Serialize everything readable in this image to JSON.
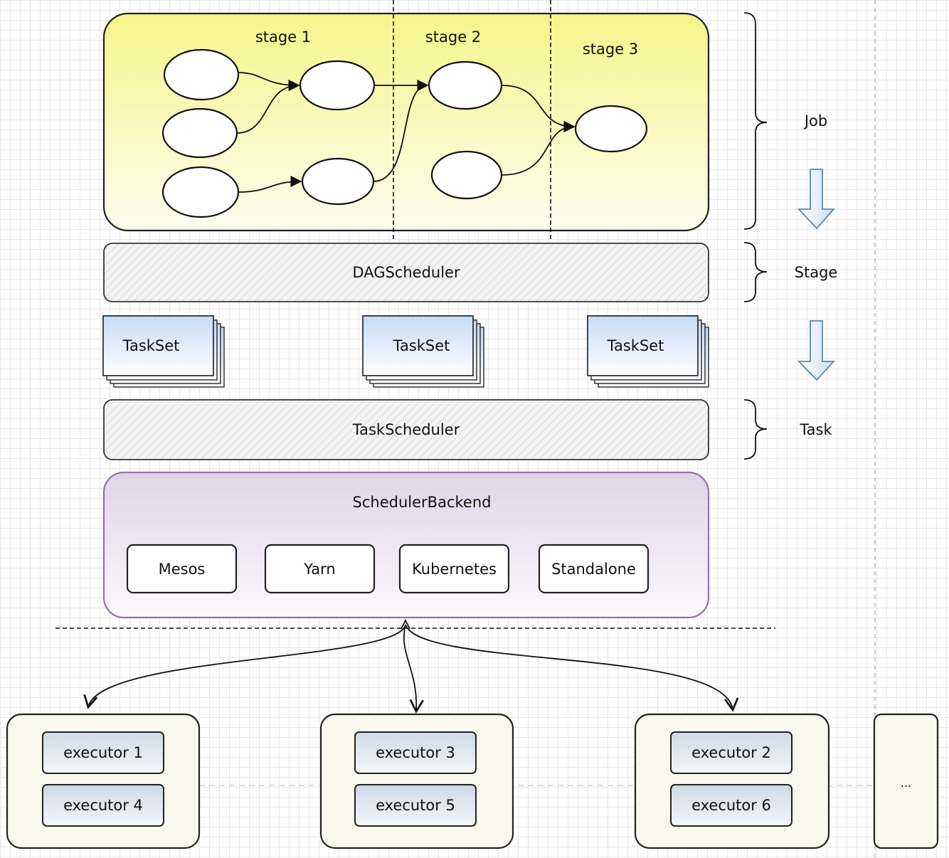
{
  "stages": [
    {
      "label": "stage 1"
    },
    {
      "label": "stage 2"
    },
    {
      "label": "stage 3"
    }
  ],
  "dag_scheduler": {
    "label": "DAGScheduler"
  },
  "task_sets": [
    {
      "label": "TaskSet"
    },
    {
      "label": "TaskSet"
    },
    {
      "label": "TaskSet"
    }
  ],
  "task_scheduler": {
    "label": "TaskScheduler"
  },
  "scheduler_backend": {
    "title": "SchedulerBackend",
    "backends": [
      "Mesos",
      "Yarn",
      "Kubernetes",
      "Standalone"
    ]
  },
  "levels": {
    "job": "Job",
    "stage": "Stage",
    "task": "Task"
  },
  "worker_groups": [
    {
      "executors": [
        "executor 1",
        "executor 4"
      ]
    },
    {
      "executors": [
        "executor 3",
        "executor 5"
      ]
    },
    {
      "executors": [
        "executor 2",
        "executor 6"
      ]
    }
  ],
  "more_workers": "...",
  "colors": {
    "job_fill_top": "#f5f58a",
    "job_fill_bottom": "#fdfdf0",
    "backend_fill_top": "#e0d4e8",
    "backend_stroke": "#9673a6",
    "taskset_fill_top": "#c6daf5",
    "executor_fill": "#dce4ee",
    "worker_fill": "#f8f8ee",
    "arrow_blue": "#5a86b0"
  }
}
